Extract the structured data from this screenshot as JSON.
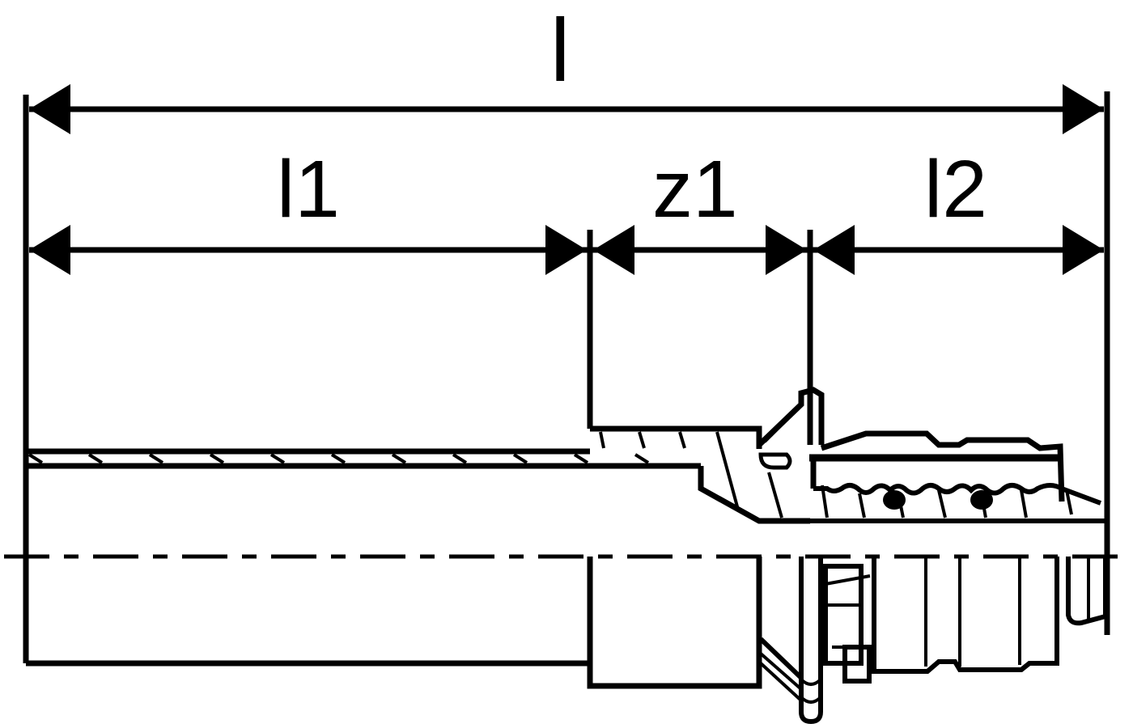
{
  "diagram": {
    "type": "technical-dimension-drawing",
    "subject": "pipe fitting with press connection (half-section view)",
    "colors": {
      "line": "#000000",
      "background": "#ffffff"
    },
    "dimensions": {
      "overall": {
        "label": "l"
      },
      "segment_1": {
        "label": "l1"
      },
      "segment_2": {
        "label": "z1"
      },
      "segment_3": {
        "label": "l2"
      }
    },
    "centerline": {
      "style": "dash-dot"
    }
  }
}
